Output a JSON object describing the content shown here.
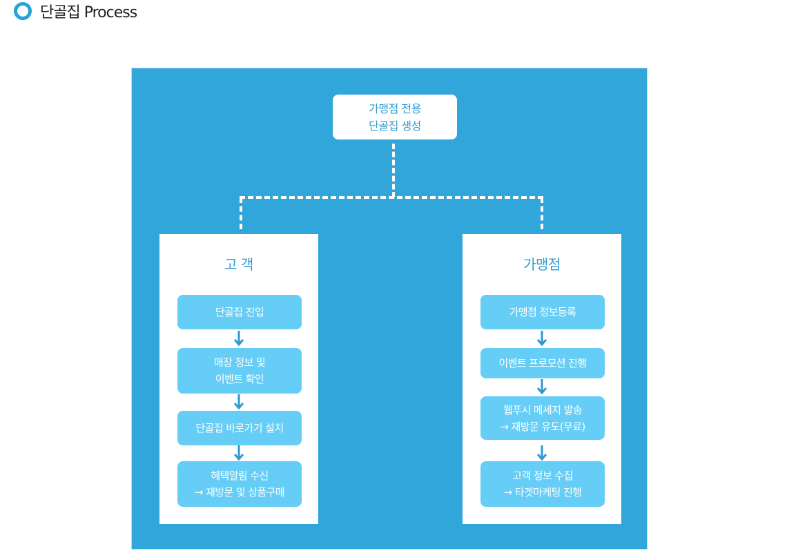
{
  "header": {
    "title": "단골집 Process",
    "icon": "ring-icon"
  },
  "diagram": {
    "top": {
      "lines": [
        "가맹점 전용",
        "단골집 생성"
      ]
    },
    "left": {
      "title": "고 객",
      "steps": [
        {
          "lines": [
            "단골집 진입"
          ]
        },
        {
          "lines": [
            "매장 정보 및",
            "이벤트 확인"
          ]
        },
        {
          "lines": [
            "단골집 바로가기 설치"
          ]
        },
        {
          "lines": [
            "혜택알림 수신",
            "→ 재방문 및 상품구매"
          ]
        }
      ]
    },
    "right": {
      "title": "가맹점",
      "steps": [
        {
          "lines": [
            "가맹점 정보등록"
          ]
        },
        {
          "lines": [
            "이벤트 프로모션 진행"
          ]
        },
        {
          "lines": [
            "웹푸시 메세지 발송",
            "→ 재방문 유도(무료)"
          ]
        },
        {
          "lines": [
            "고객 정보 수집",
            "→ 타겟마케팅 진행"
          ]
        }
      ]
    }
  },
  "colors": {
    "panel": "#30a6db",
    "step": "#66cdf6",
    "accent": "#2e9ad0"
  }
}
